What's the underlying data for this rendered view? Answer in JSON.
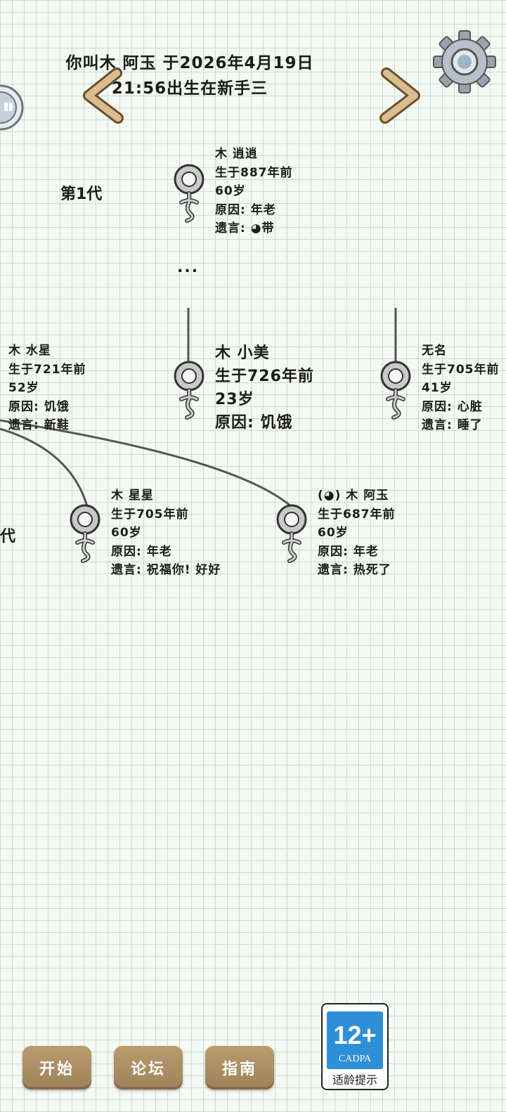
{
  "header": {
    "line1": "你叫木 阿玉 于2026年4月19日",
    "line2": "21:56出生在新手三"
  },
  "nav": {
    "prev_icon": "chevron-left-icon",
    "next_icon": "chevron-right-icon",
    "settings_icon": "gear-icon",
    "side_icon": "side-tab-icon"
  },
  "generations": {
    "gen1": "第1代",
    "gen3_partial": "代",
    "ellipsis": "..."
  },
  "people": {
    "ancestor": {
      "name": "木 逍逍",
      "born": "生于887年前",
      "age": "60岁",
      "cause": "原因: 年老",
      "lastwords": "遗言: ◕带"
    },
    "left": {
      "name": "木 水星",
      "born": "生于721年前",
      "age": "52岁",
      "cause": "原因: 饥饿",
      "lastwords": "遗言: 新鞋"
    },
    "center": {
      "name": "木 小美",
      "born": "生于726年前",
      "age": "23岁",
      "cause": "原因: 饥饿"
    },
    "right": {
      "name": "无名",
      "born": "生于705年前",
      "age": "41岁",
      "cause": "原因: 心脏",
      "lastwords": "遗言: 睡了"
    },
    "child1": {
      "name": "木 星星",
      "born": "生于705年前",
      "age": "60岁",
      "cause": "原因: 年老",
      "lastwords": "遗言: 祝福你! 好好"
    },
    "child2": {
      "name": "(◕) 木 阿玉",
      "born": "生于687年前",
      "age": "60岁",
      "cause": "原因: 年老",
      "lastwords": "遗言: 热死了"
    }
  },
  "buttons": {
    "start": "开始",
    "forum": "论坛",
    "guide": "指南"
  },
  "rating": {
    "age": "12+",
    "org": "CADPA",
    "hint": "适龄提示",
    "color": "#2f8fd6"
  }
}
